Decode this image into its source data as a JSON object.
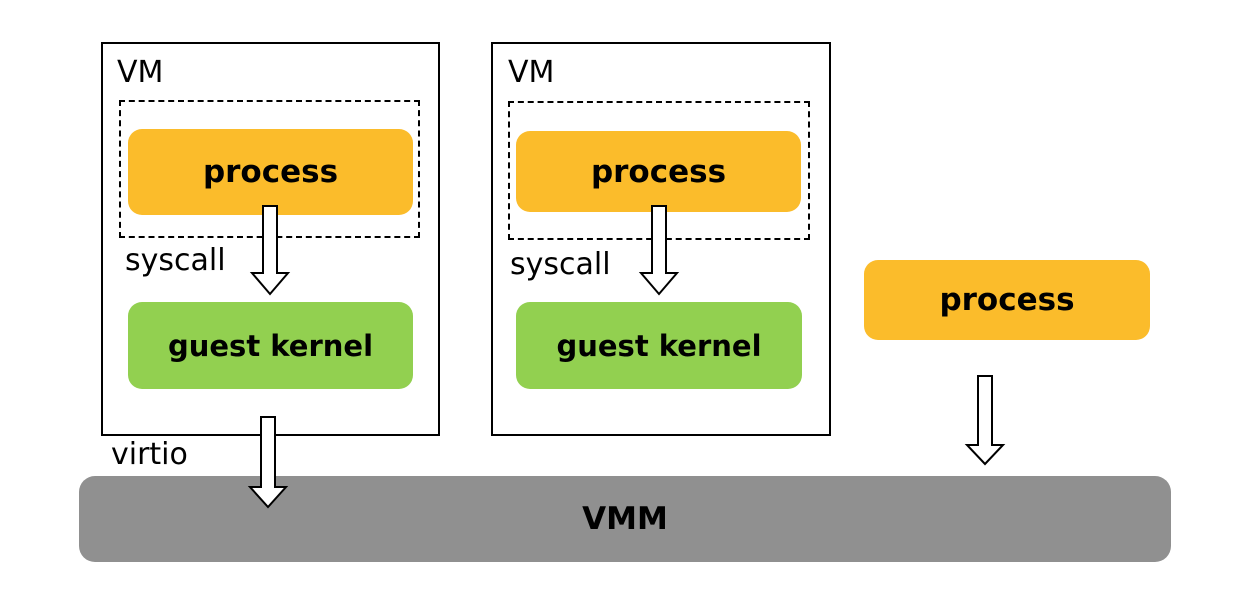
{
  "colors": {
    "process": "#fbbc2b",
    "guest_kernel": "#92d050",
    "vmm": "#909090",
    "outline": "#000000",
    "background": "#ffffff"
  },
  "vms": [
    {
      "title": "VM",
      "process_label": "process",
      "syscall_label": "syscall",
      "kernel_label": "guest kernel"
    },
    {
      "title": "VM",
      "process_label": "process",
      "syscall_label": "syscall",
      "kernel_label": "guest kernel"
    }
  ],
  "standalone_process": {
    "label": "process"
  },
  "virtio_label": "virtio",
  "vmm": {
    "label": "VMM"
  },
  "arrows": [
    {
      "from": "vm1-process",
      "to": "vm1-guest-kernel",
      "label": "syscall",
      "icon": "hollow-down-arrow"
    },
    {
      "from": "vm2-process",
      "to": "vm2-guest-kernel",
      "label": "syscall",
      "icon": "hollow-down-arrow"
    },
    {
      "from": "vm1",
      "to": "vmm",
      "label": "virtio",
      "icon": "hollow-down-arrow"
    },
    {
      "from": "standalone-process",
      "to": "vmm",
      "label": "",
      "icon": "hollow-down-arrow"
    }
  ]
}
